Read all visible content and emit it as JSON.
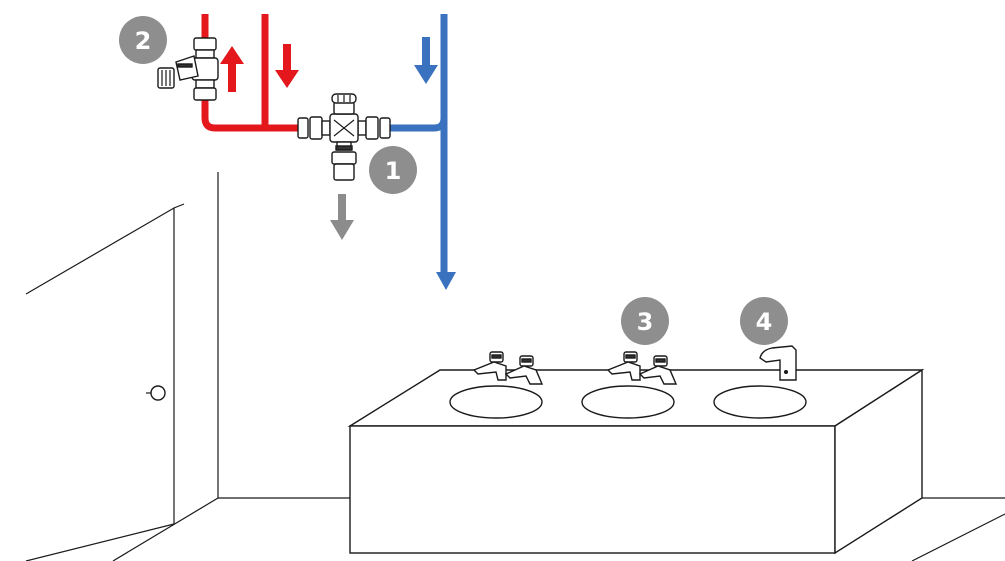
{
  "colors": {
    "hot": "#e3171c",
    "cold": "#3a72c0",
    "mixed": "#8c8c8c",
    "badge": "#8e8e8e",
    "line": "#1a1a1a"
  },
  "badges": [
    {
      "id": "tmv",
      "label": "1"
    },
    {
      "id": "isolation-valve",
      "label": "2"
    },
    {
      "id": "basin-taps",
      "label": "3"
    },
    {
      "id": "sensor-tap",
      "label": "4"
    }
  ]
}
